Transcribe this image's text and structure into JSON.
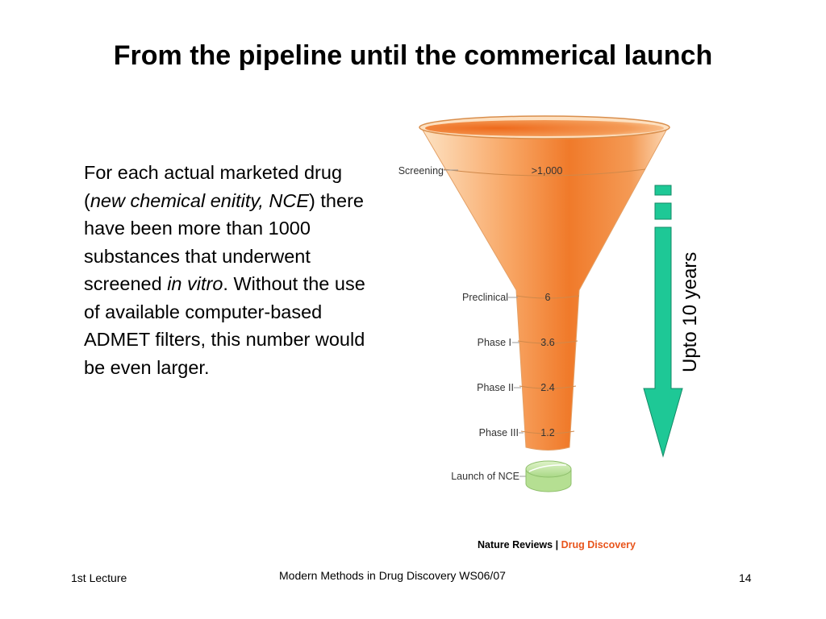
{
  "slide": {
    "title": "From the pipeline until the commerical launch"
  },
  "body": {
    "part1": "For each actual marketed drug (",
    "part2_italic": "new chemical enitity, NCE",
    "part3": ") there have been more than 1000 substances that underwent screened ",
    "part4_italic": "in vitro",
    "part5": ". Without the use of available computer-based ADMET filters, this number would be even larger."
  },
  "funnel": {
    "stages": [
      {
        "label": "Screening",
        "value": ">1,000"
      },
      {
        "label": "Preclinical",
        "value": "6"
      },
      {
        "label": "Phase I",
        "value": "3.6"
      },
      {
        "label": "Phase II",
        "value": "2.4"
      },
      {
        "label": "Phase III",
        "value": "1.2"
      },
      {
        "label": "Launch of NCE",
        "value": ""
      }
    ],
    "colors": {
      "funnel_orange": "#f07a2a",
      "funnel_light": "#fbd3a8",
      "pill_green": "#c5e8a6",
      "arrow_green": "#1ec896"
    }
  },
  "side_label": "Upto 10 years",
  "credit": {
    "journal": "Nature Reviews",
    "separator": "|",
    "section": "Drug Discovery",
    "section_color": "#e8541b"
  },
  "footer": {
    "left": "1st Lecture",
    "center": "Modern Methods in Drug Discovery WS06/07",
    "right": "14"
  }
}
